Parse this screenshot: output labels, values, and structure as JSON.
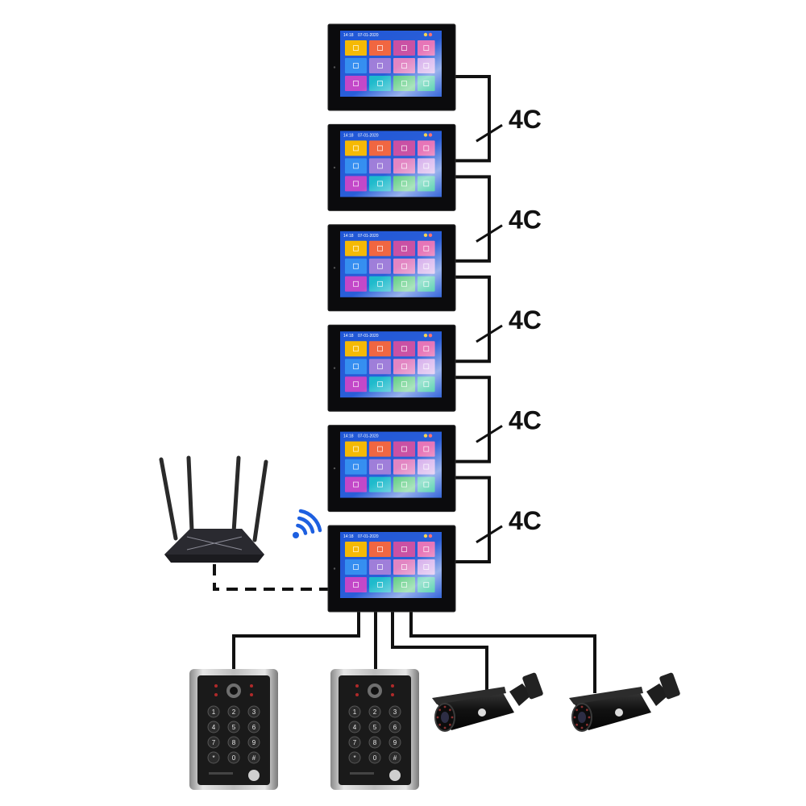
{
  "connection_label": "4C",
  "monitor_count": 6,
  "monitor_screen": {
    "clock": "14:18",
    "date": "07-01-2020"
  },
  "colors": {
    "wire": "#111111",
    "monitor_bezel": "#0b0b0d",
    "screen_bg": "#1f56d6",
    "tiles": [
      "#f5b800",
      "#f0623c",
      "#c84aa0",
      "#e66fb4",
      "#2f8bf0",
      "#9b79d8",
      "#e07fc0",
      "#cfa2e8",
      "#c03fc6",
      "#13b7c9",
      "#41c46c",
      "#28c39a"
    ],
    "wifi": "#1d5fe0",
    "router": "#1b1b1f",
    "door_station": "#1a1a1a",
    "camera": "#141414"
  },
  "icons": {
    "wifi": "wifi-signal-icon",
    "router": "wireless-router",
    "door_station": "keypad-door-station",
    "camera": "bullet-cctv-camera"
  },
  "keypad_keys": [
    "1",
    "2",
    "3",
    "4",
    "5",
    "6",
    "7",
    "8",
    "9",
    "*",
    "0",
    "#"
  ],
  "door_station_count": 2,
  "camera_count": 2
}
